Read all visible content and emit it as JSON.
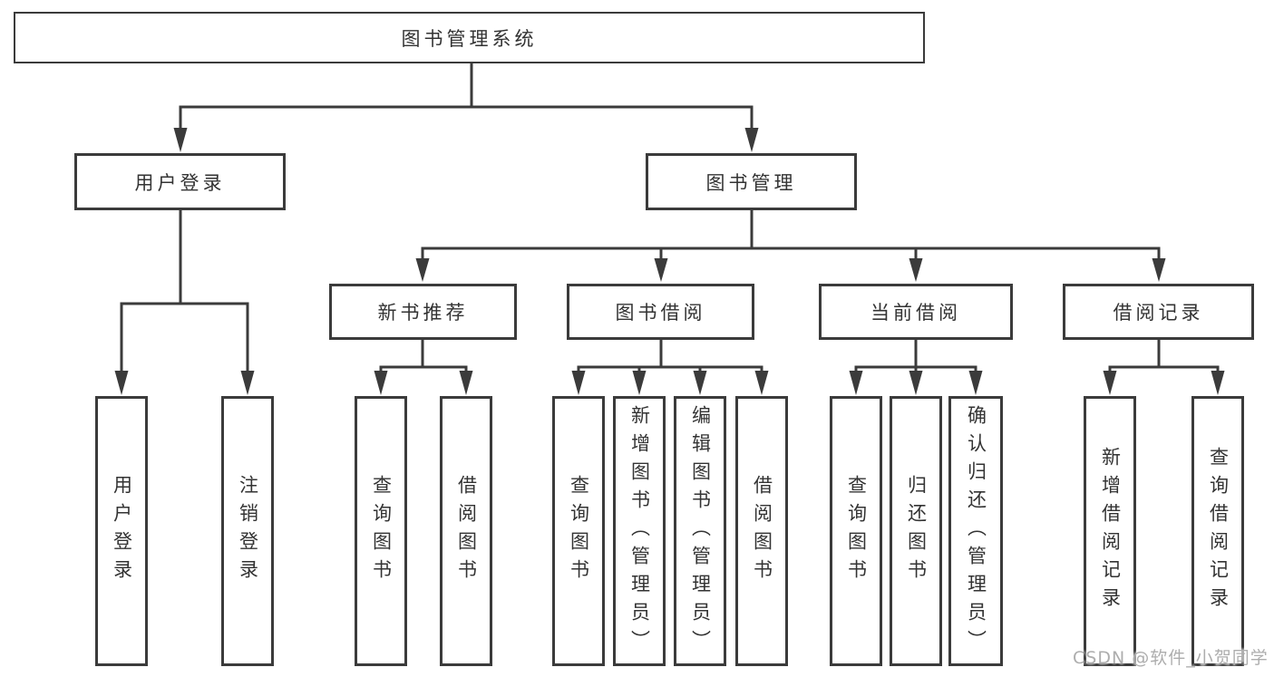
{
  "tree": {
    "root": "图书管理系统",
    "branches": [
      {
        "label": "用户登录",
        "children": [
          {
            "label": "用户登录"
          },
          {
            "label": "注销登录"
          }
        ]
      },
      {
        "label": "图书管理",
        "children": [
          {
            "label": "新书推荐",
            "children": [
              {
                "label": "查询图书"
              },
              {
                "label": "借阅图书"
              }
            ]
          },
          {
            "label": "图书借阅",
            "children": [
              {
                "label": "查询图书"
              },
              {
                "label": "新增图书（管理员）"
              },
              {
                "label": "编辑图书（管理员）"
              },
              {
                "label": "借阅图书"
              }
            ]
          },
          {
            "label": "当前借阅",
            "children": [
              {
                "label": "查询图书"
              },
              {
                "label": "归还图书"
              },
              {
                "label": "确认归还（管理员）"
              }
            ]
          },
          {
            "label": "借阅记录",
            "children": [
              {
                "label": "新增借阅记录"
              },
              {
                "label": "查询借阅记录"
              }
            ]
          }
        ]
      }
    ]
  },
  "watermark": "CSDN @软件_小贺同学",
  "colors": {
    "line": "#3b3b3b",
    "box_border": "#3b3b3b",
    "text": "#333333",
    "watermark": "#adadad",
    "background": "#ffffff"
  }
}
